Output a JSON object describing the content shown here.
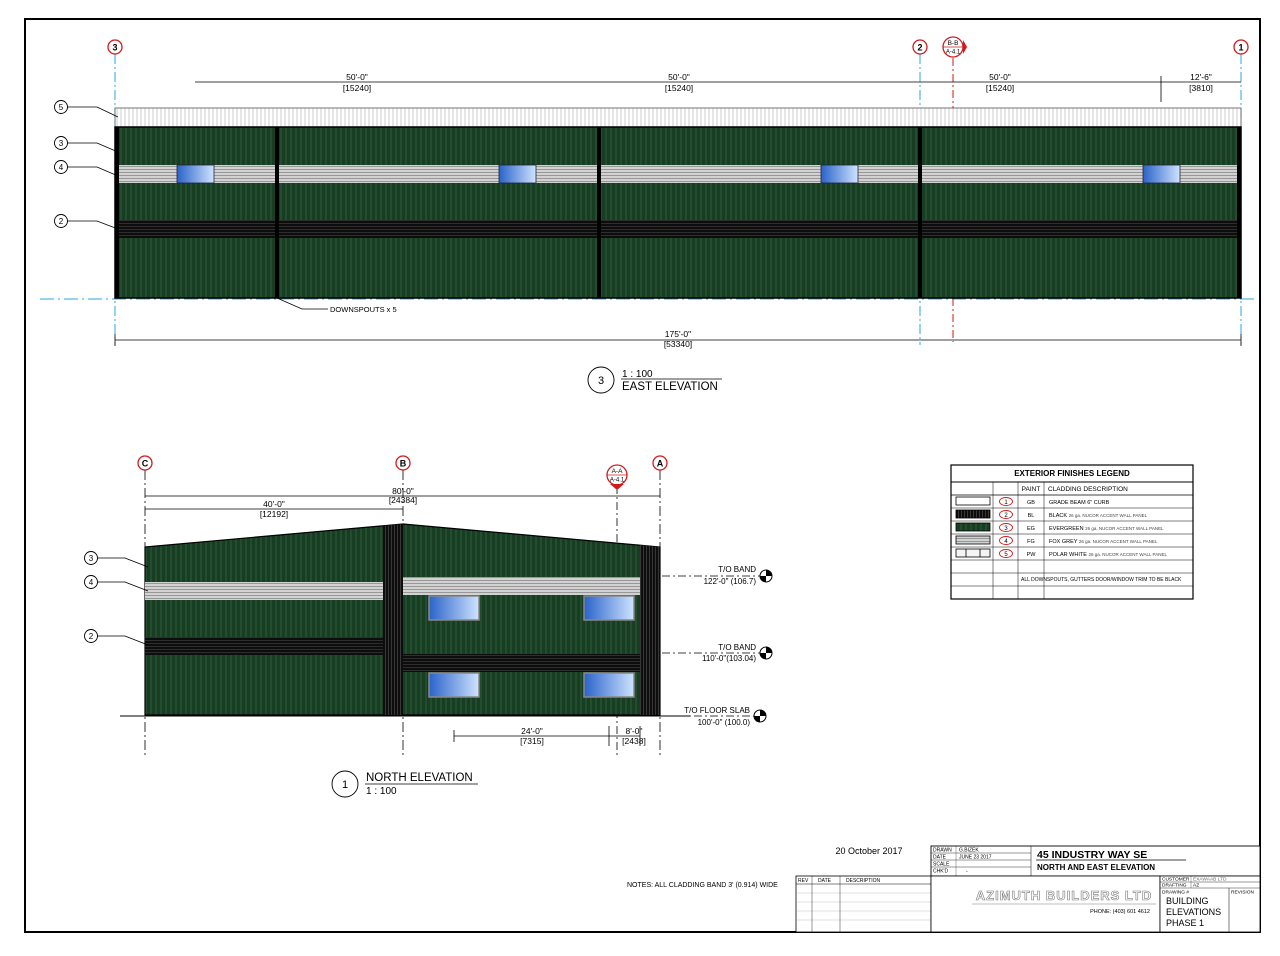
{
  "colors": {
    "panel_green": "#173d22",
    "rib_light": "#3c6b48",
    "grid_red": "#d11a1a",
    "grid_blue": "#2aa8e0",
    "window_blue": "#3f7fd8",
    "grey_band": "#b9b9b9",
    "black_band": "#111111"
  },
  "east": {
    "grid_bubbles": [
      "3",
      "2",
      "1"
    ],
    "section_mark": {
      "top": "B-B",
      "bottom": "A-4.1"
    },
    "dims": [
      {
        "ft": "50'-0\"",
        "mm": "[15240]"
      },
      {
        "ft": "50'-0\"",
        "mm": "[15240]"
      },
      {
        "ft": "50'-0\"",
        "mm": "[15240]"
      },
      {
        "ft": "12'-6\"",
        "mm": "[3810]"
      }
    ],
    "overall": {
      "ft": "175'-0\"",
      "mm": "[53340]"
    },
    "callouts": [
      "5",
      "3",
      "4",
      "2"
    ],
    "downspouts": "DOWNSPOUTS x 5",
    "view_num": "3",
    "view_scale": "1 : 100",
    "view_title": "EAST ELEVATION"
  },
  "north": {
    "grid_bubbles": [
      "C",
      "B",
      "A"
    ],
    "section_mark": {
      "top": "A-A",
      "bottom": "A-4.1"
    },
    "dims": [
      {
        "ft": "80'-0\"",
        "mm": "[24384]"
      },
      {
        "ft": "40'-0\"",
        "mm": "[12192]"
      }
    ],
    "bottom_dims": [
      {
        "ft": "24'-0\"",
        "mm": "[7315]"
      },
      {
        "ft": "8'-0\"",
        "mm": "[2438]"
      }
    ],
    "callouts": [
      "3",
      "4",
      "2"
    ],
    "levels": [
      {
        "name": "T/O BAND",
        "elev": "122'-0\" (106.7)"
      },
      {
        "name": "T/O BAND",
        "elev": "110'-0\"(103.04)"
      },
      {
        "name": "T/O FLOOR SLAB",
        "elev": "100'-0\" (100.0)"
      }
    ],
    "view_num": "1",
    "view_title": "NORTH ELEVATION",
    "view_scale": "1 : 100"
  },
  "legend": {
    "title": "EXTERIOR FINISHES LEGEND",
    "headers": [
      "PAINT",
      "CLADDING DESCRIPTION"
    ],
    "rows": [
      {
        "num": "1",
        "code": "GB",
        "name": "GRADE BEAM 6\" CURB",
        "detail": ""
      },
      {
        "num": "2",
        "code": "BL",
        "name": "BLACK",
        "detail": "26 ga. NUCOR ACCENT WALL PANEL"
      },
      {
        "num": "3",
        "code": "EG",
        "name": "EVERGREEN",
        "detail": "26 ga. NUCOR ACCENT WALL PANEL"
      },
      {
        "num": "4",
        "code": "FG",
        "name": "FOX GREY",
        "detail": "26 ga. NUCOR ACCENT WALL PANEL"
      },
      {
        "num": "5",
        "code": "PW",
        "name": "POLAR WHITE",
        "detail": "26 ga. NUCOR ACCENT WALL PANEL"
      }
    ],
    "note": "ALL DOWNSPOUTS, GUTTERS DOOR/WINDOW TRIM TO BE BLACK"
  },
  "notes": "NOTES: ALL CLADDING BAND 3' (0.914) WIDE",
  "date": "20 October 2017",
  "title_block": {
    "drawn_label": "DRAWN",
    "drawn": "G.BIZEK",
    "date_label": "DATE",
    "date": "JUNE 23 2017",
    "scale_label": "SCALE",
    "scale": "",
    "chkd_label": "CHK'D",
    "chkd": "-",
    "project": "45 INDUSTRY WAY SE",
    "subtitle": "NORTH AND EAST ELEVATION",
    "rev_headers": [
      "REV",
      "DATE",
      "DESCRIPTION"
    ],
    "company": "AZIMUTH BUILDERS LTD",
    "phone": "PHONE: (403) 601 4612",
    "customer_label": "CUSTOMER",
    "customer": "EXAWAAB LTD",
    "drafting_label": "DRAFTING",
    "drafting": "AZ",
    "drawing_label": "DRAWING #",
    "revision_label": "REVISION",
    "drawing_lines": [
      "BUILDING",
      "ELEVATIONS",
      "PHASE 1"
    ]
  }
}
